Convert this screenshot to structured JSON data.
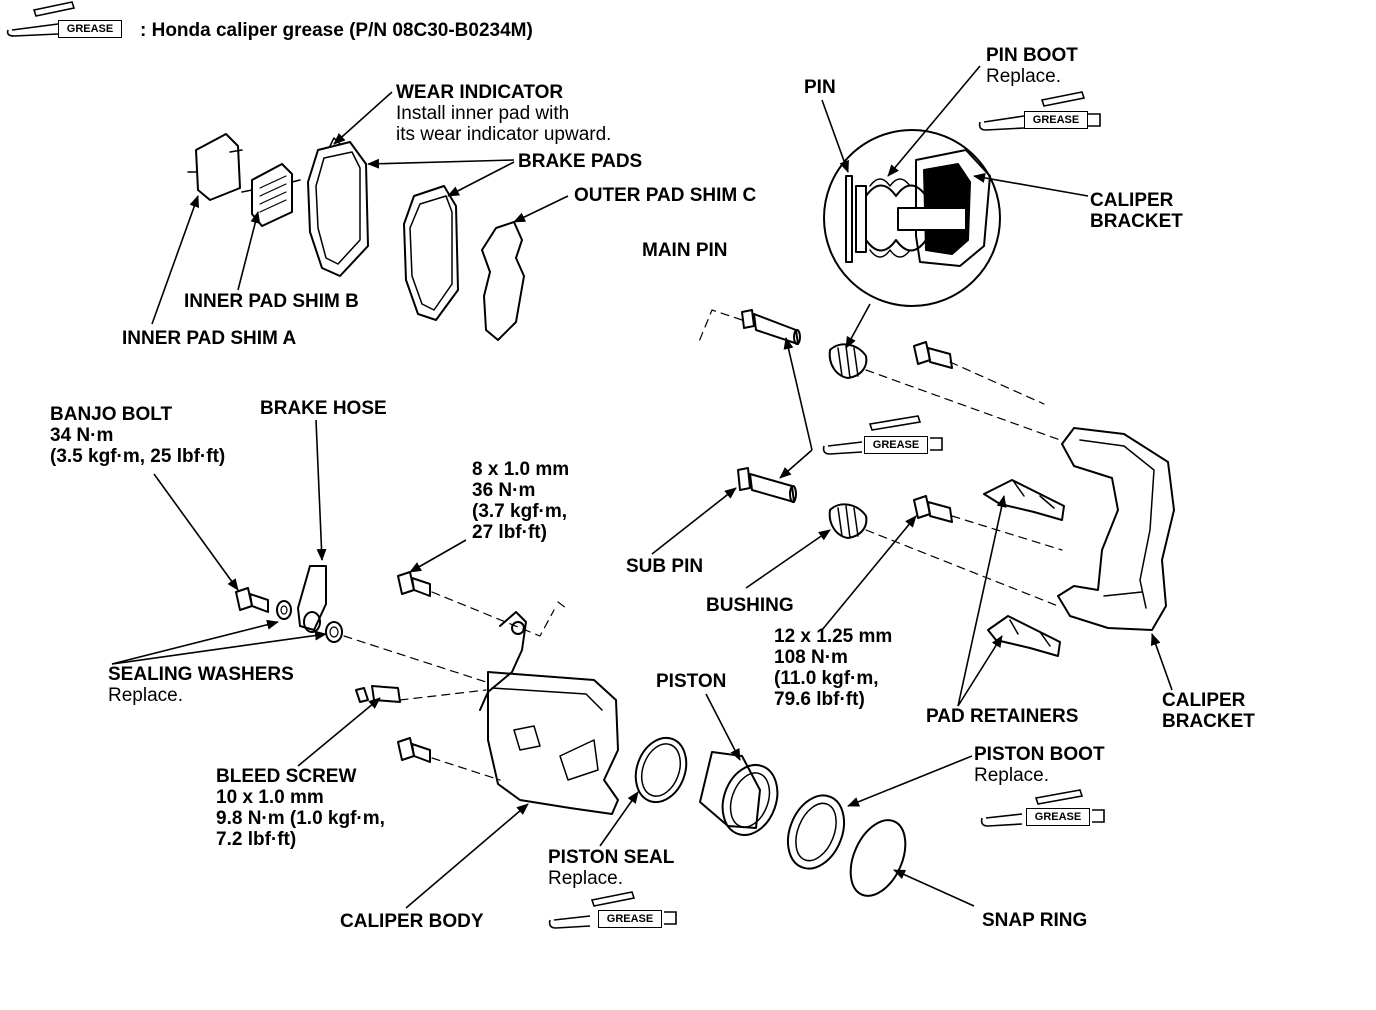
{
  "header": {
    "legend_icon": "grease-tube-icon",
    "grease_label": "GREASE",
    "text": ": Honda caliper grease (P/N 08C30-B0234M)"
  },
  "labels": {
    "wear_indicator": {
      "title": "WEAR INDICATOR",
      "sub": [
        "Install inner pad with",
        "its wear indicator upward."
      ]
    },
    "brake_pads": {
      "title": "BRAKE PADS"
    },
    "outer_pad_shim_c": {
      "title": "OUTER PAD SHIM C"
    },
    "inner_pad_shim_b": {
      "title": "INNER PAD SHIM B"
    },
    "inner_pad_shim_a": {
      "title": "INNER PAD SHIM A"
    },
    "pin": {
      "title": "PIN"
    },
    "pin_boot": {
      "title": "PIN BOOT",
      "sub": [
        "Replace."
      ]
    },
    "caliper_bracket_top": {
      "title": [
        "CALIPER",
        "BRACKET"
      ]
    },
    "main_pin": {
      "title": "MAIN PIN"
    },
    "banjo_bolt": {
      "title": [
        "BANJO BOLT",
        "34 N·m",
        "(3.5 kgf·m, 25 lbf·ft)"
      ]
    },
    "brake_hose": {
      "title": "BRAKE HOSE"
    },
    "bolt_8mm": {
      "title": [
        "8 x 1.0 mm",
        "36 N·m",
        "(3.7 kgf·m,",
        "27 lbf·ft)"
      ]
    },
    "sub_pin": {
      "title": "SUB PIN"
    },
    "bushing": {
      "title": "BUSHING"
    },
    "bolt_12mm": {
      "title": [
        "12 x 1.25 mm",
        "108 N·m",
        "(11.0 kgf·m,",
        "79.6 lbf·ft)"
      ]
    },
    "pad_retainers": {
      "title": "PAD RETAINERS"
    },
    "caliper_bracket_bottom": {
      "title": [
        "CALIPER",
        "BRACKET"
      ]
    },
    "sealing_washers": {
      "title": "SEALING WASHERS",
      "sub": [
        "Replace."
      ]
    },
    "piston": {
      "title": "PISTON"
    },
    "bleed_screw": {
      "title": [
        "BLEED SCREW",
        "10 x 1.0 mm",
        "9.8 N·m (1.0 kgf·m,",
        "7.2 lbf·ft)"
      ]
    },
    "piston_boot": {
      "title": "PISTON BOOT",
      "sub": [
        "Replace."
      ]
    },
    "piston_seal": {
      "title": "PISTON SEAL",
      "sub": [
        "Replace."
      ]
    },
    "caliper_body": {
      "title": "CALIPER BODY"
    },
    "snap_ring": {
      "title": "SNAP RING"
    }
  },
  "grease_tag": "GREASE"
}
